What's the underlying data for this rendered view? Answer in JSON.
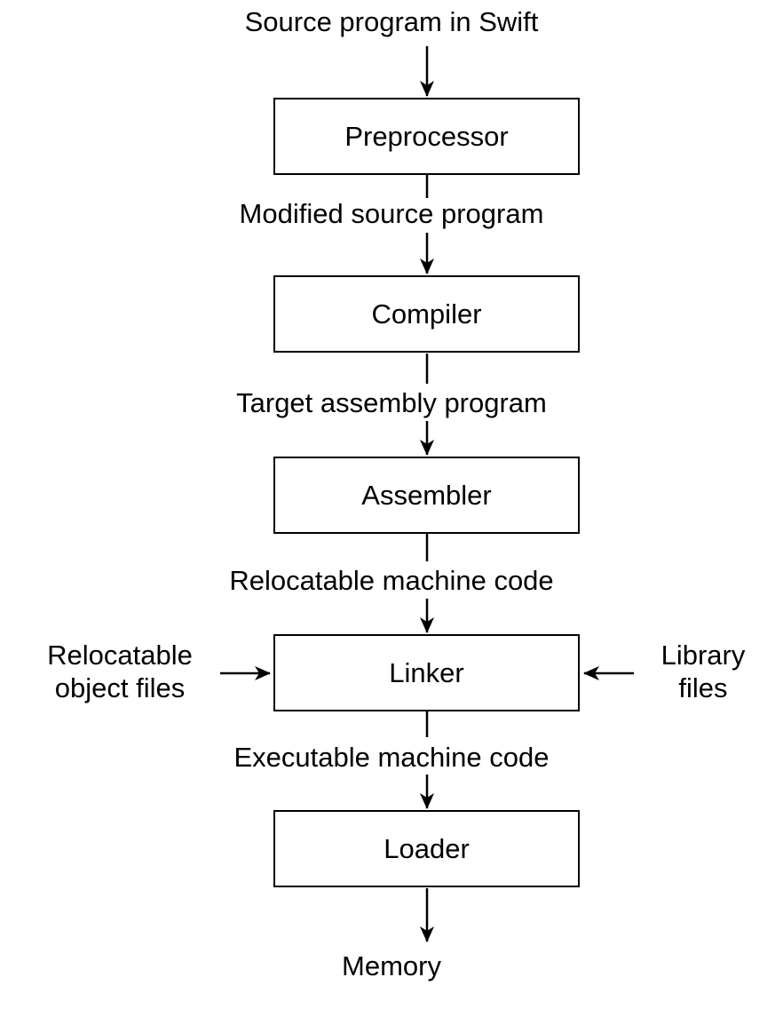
{
  "diagram": {
    "colors": {
      "ink": "#000000",
      "background": "#ffffff"
    },
    "flow_labels": {
      "source": "Source program in Swift",
      "modified": "Modified source program",
      "target": "Target assembly program",
      "relocatable": "Relocatable machine code",
      "executable": "Executable machine code",
      "memory": "Memory"
    },
    "boxes": {
      "preprocessor": "Preprocessor",
      "compiler": "Compiler",
      "assembler": "Assembler",
      "linker": "Linker",
      "loader": "Loader"
    },
    "side_inputs": {
      "left": {
        "line1": "Relocatable",
        "line2": "object files"
      },
      "right": {
        "line1": "Library",
        "line2": "files"
      }
    }
  }
}
